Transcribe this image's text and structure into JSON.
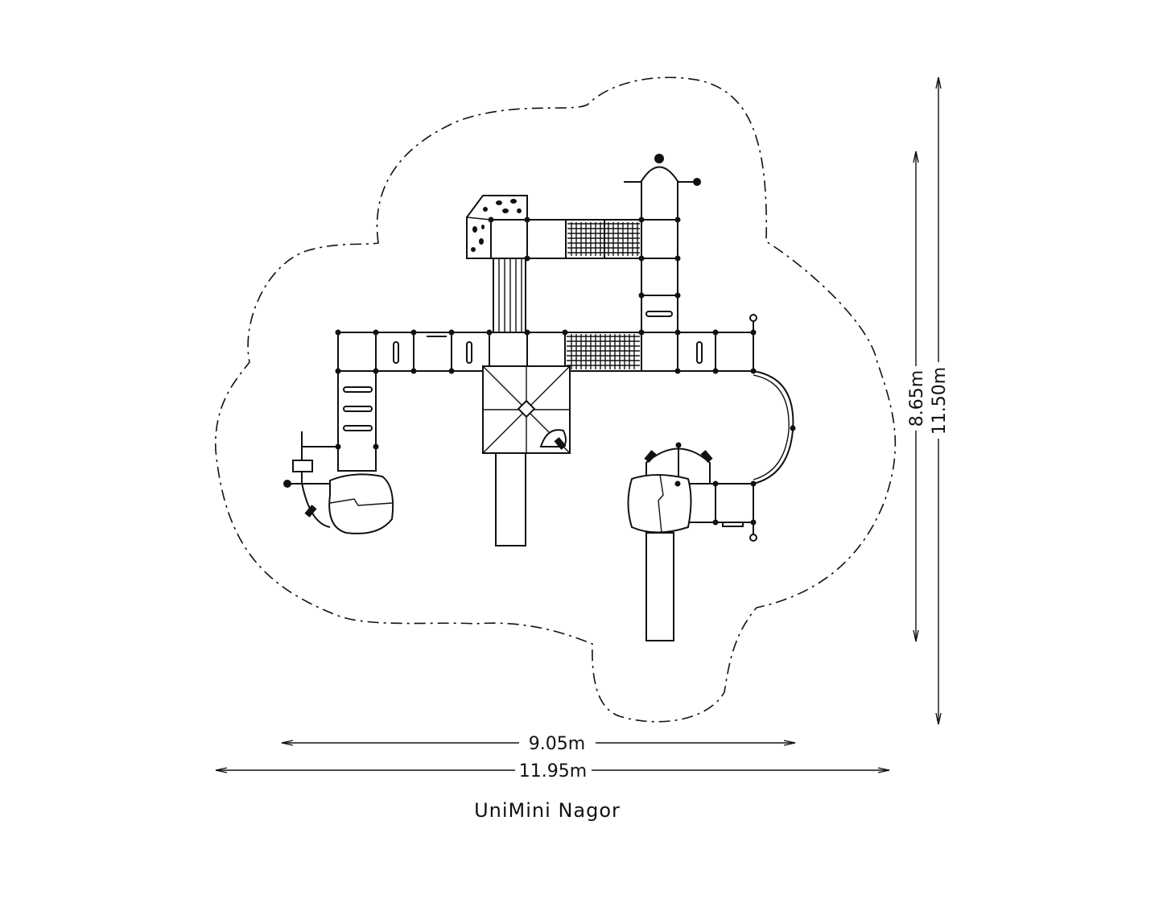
{
  "title": "UniMini Nagor",
  "dimensions": {
    "width_inner": "9.05m",
    "width_outer": "11.95m",
    "height_inner": "8.65m",
    "height_outer": "11.50m"
  }
}
